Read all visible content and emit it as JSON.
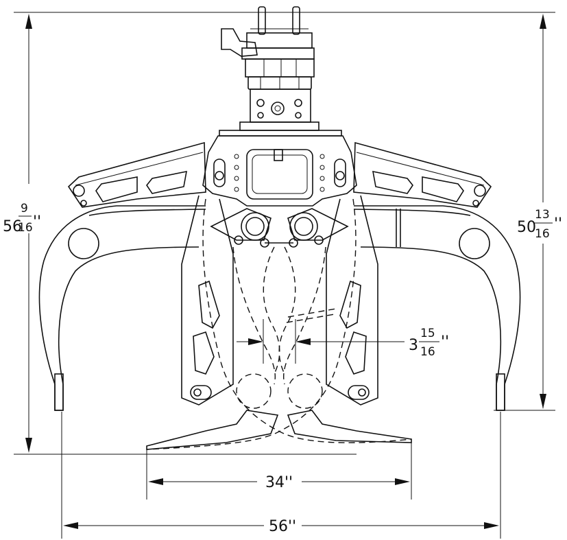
{
  "diagram": {
    "dimensions": {
      "overall_height": {
        "whole": "56",
        "numerator": "9",
        "denominator": "16",
        "unit": "''"
      },
      "body_height": {
        "whole": "50",
        "numerator": "13",
        "denominator": "16",
        "unit": "''"
      },
      "min_opening": {
        "whole": "3",
        "numerator": "15",
        "denominator": "16",
        "unit": "''"
      },
      "closed_width": "34''",
      "open_width": "56''"
    }
  }
}
